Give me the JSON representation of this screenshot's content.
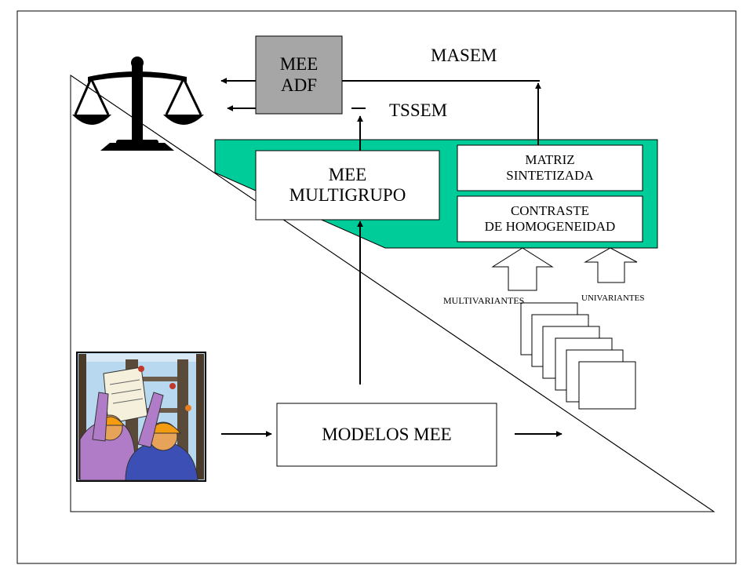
{
  "diagram": {
    "labels": {
      "masem": "MASEM",
      "tssem": "TSSEM",
      "multivariantes": "MULTIVARIANTES",
      "univariantes": "UNIVARIANTES"
    },
    "boxes": {
      "mee_adf": {
        "line1": "MEE",
        "line2": "ADF"
      },
      "mee_multigrupo": {
        "line1": "MEE",
        "line2": "MULTIGRUPO"
      },
      "matriz_sintetizada": {
        "line1": "MATRIZ",
        "line2": "SINTETIZADA"
      },
      "contraste_homogeneidad": {
        "line1": "CONTRASTE",
        "line2": "DE HOMOGENEIDAD"
      },
      "modelos_mee": {
        "line1": "MODELOS MEE"
      }
    },
    "icons": {
      "scales": "balance-scale-icon",
      "workers": "construction-workers-clipart"
    },
    "colors": {
      "green_panel": "#00CC99",
      "gray_box": "#A6A6A6",
      "line": "#000000",
      "background": "#FFFFFF"
    }
  }
}
